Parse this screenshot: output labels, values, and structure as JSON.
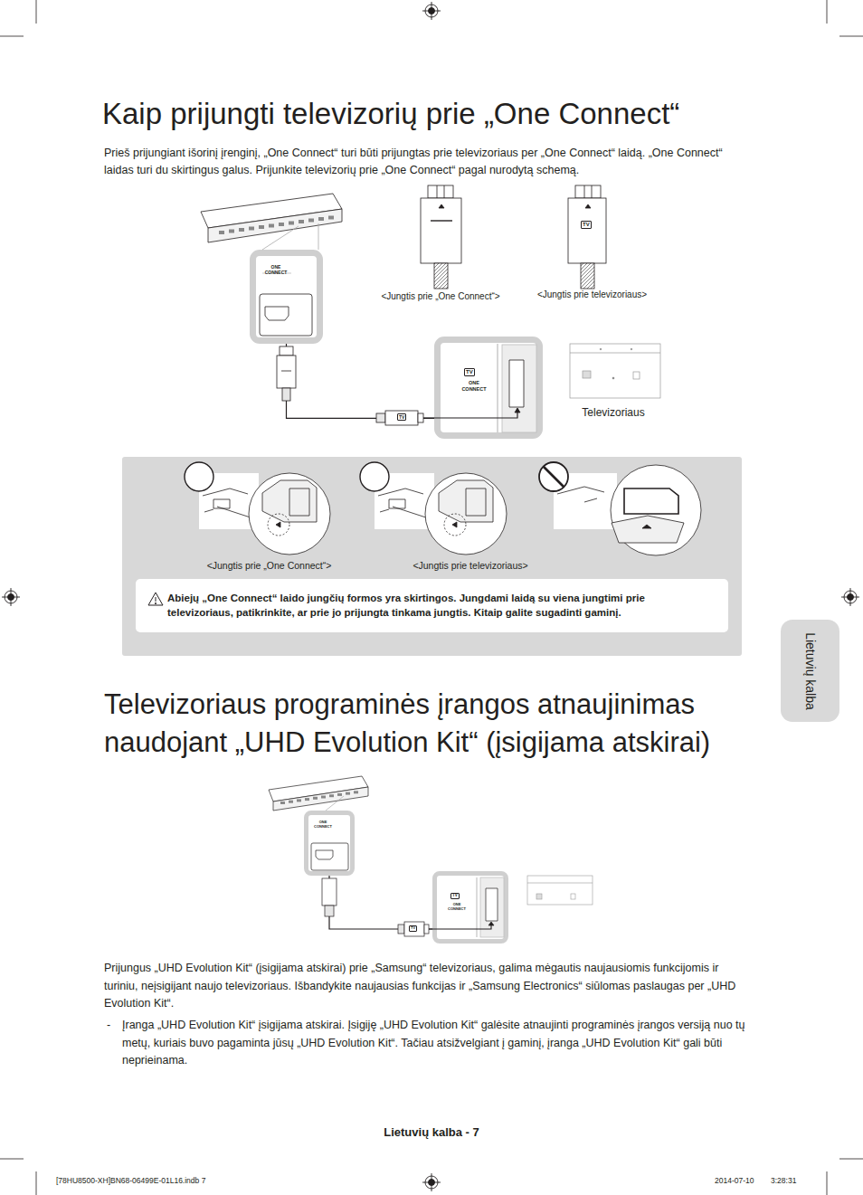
{
  "diagram": {
    "title": "Kaip prijungti televizorių prie „One Connect“",
    "nodes": [
      {
        "text": [
          "ONE CONNECT"
        ]
      },
      {
        "text": [
          "TV",
          "ONE CONNECT"
        ]
      },
      {
        "text": [
          "<Jungtis prie „One Connect“>",
          "<Jungtis prie televizoriaus>"
        ]
      },
      {
        "text": [
          "Abiejų „One Connect“ laido jungčių formos yra skirtingos. Jungdami laidą su viena jungtimi prie televizoriaus, patikrinkite, ar prie jo prijungta tinkama jungtis. Kitaip galite sugadinti gaminį."
        ],
        "in": 2
      },
      {
        "text": [
          "ONE CONNECT"
        ]
      },
      {
        "text": [
          "TV",
          "ONE CONNECT"
        ]
      },
      {
        "text": [
          "Lietuvių kalba"
        ]
      }
    ],
    "edges": [
      {
        "from": 0,
        "to": 1,
        "arrow": "none"
      },
      {
        "from": 4,
        "to": 5,
        "arrow": "none"
      }
    ],
    "labels": [
      "Prieš prijungiant išorinį įrenginį, „One Connect“ turi būti prijungtas prie televizoriaus per „One Connect“ laidą. „One Connect“ laidas turi du skirtingus galus. Prijunkite televizorių prie „One Connect“ pagal nurodytą schemą.",
      "<Jungtis prie „One Connect“>",
      "TV",
      "<Jungtis prie televizoriaus>",
      "TV",
      "Televizoriaus",
      "Televizoriaus programinės įrangos atnaujinimas naudojant „UHD Evolution Kit“ (įsigijama atskirai)",
      "TV",
      "Prijungus „UHD Evolution Kit“ (įsigijama atskirai) prie „Samsung“ televizoriaus, galima mėgautis naujausiomis funkcijomis ir turiniu, neįsigijant naujo televizoriaus. Išbandykite naujausias funkcijas ir „Samsung Electronics“ siūlomas paslaugas per „UHD Evolution Kit“.",
      "-",
      "Įranga „UHD Evolution Kit“ įsigijama atskirai. Įsigiję „UHD Evolution Kit“ galėsite atnaujinti programinės įrangos versiją nuo tų metų, kuriais buvo pagaminta jūsų „UHD Evolution Kit“. Tačiau atsižvelgiant į gaminį, įranga „UHD Evolution Kit“ gali būti neprieinama.",
      "Lietuvių kalba - 7",
      "[78HU8500-XH]BN68-06499E-01L16.indb 7",
      "2014-07-10",
      "3:28:31"
    ]
  }
}
